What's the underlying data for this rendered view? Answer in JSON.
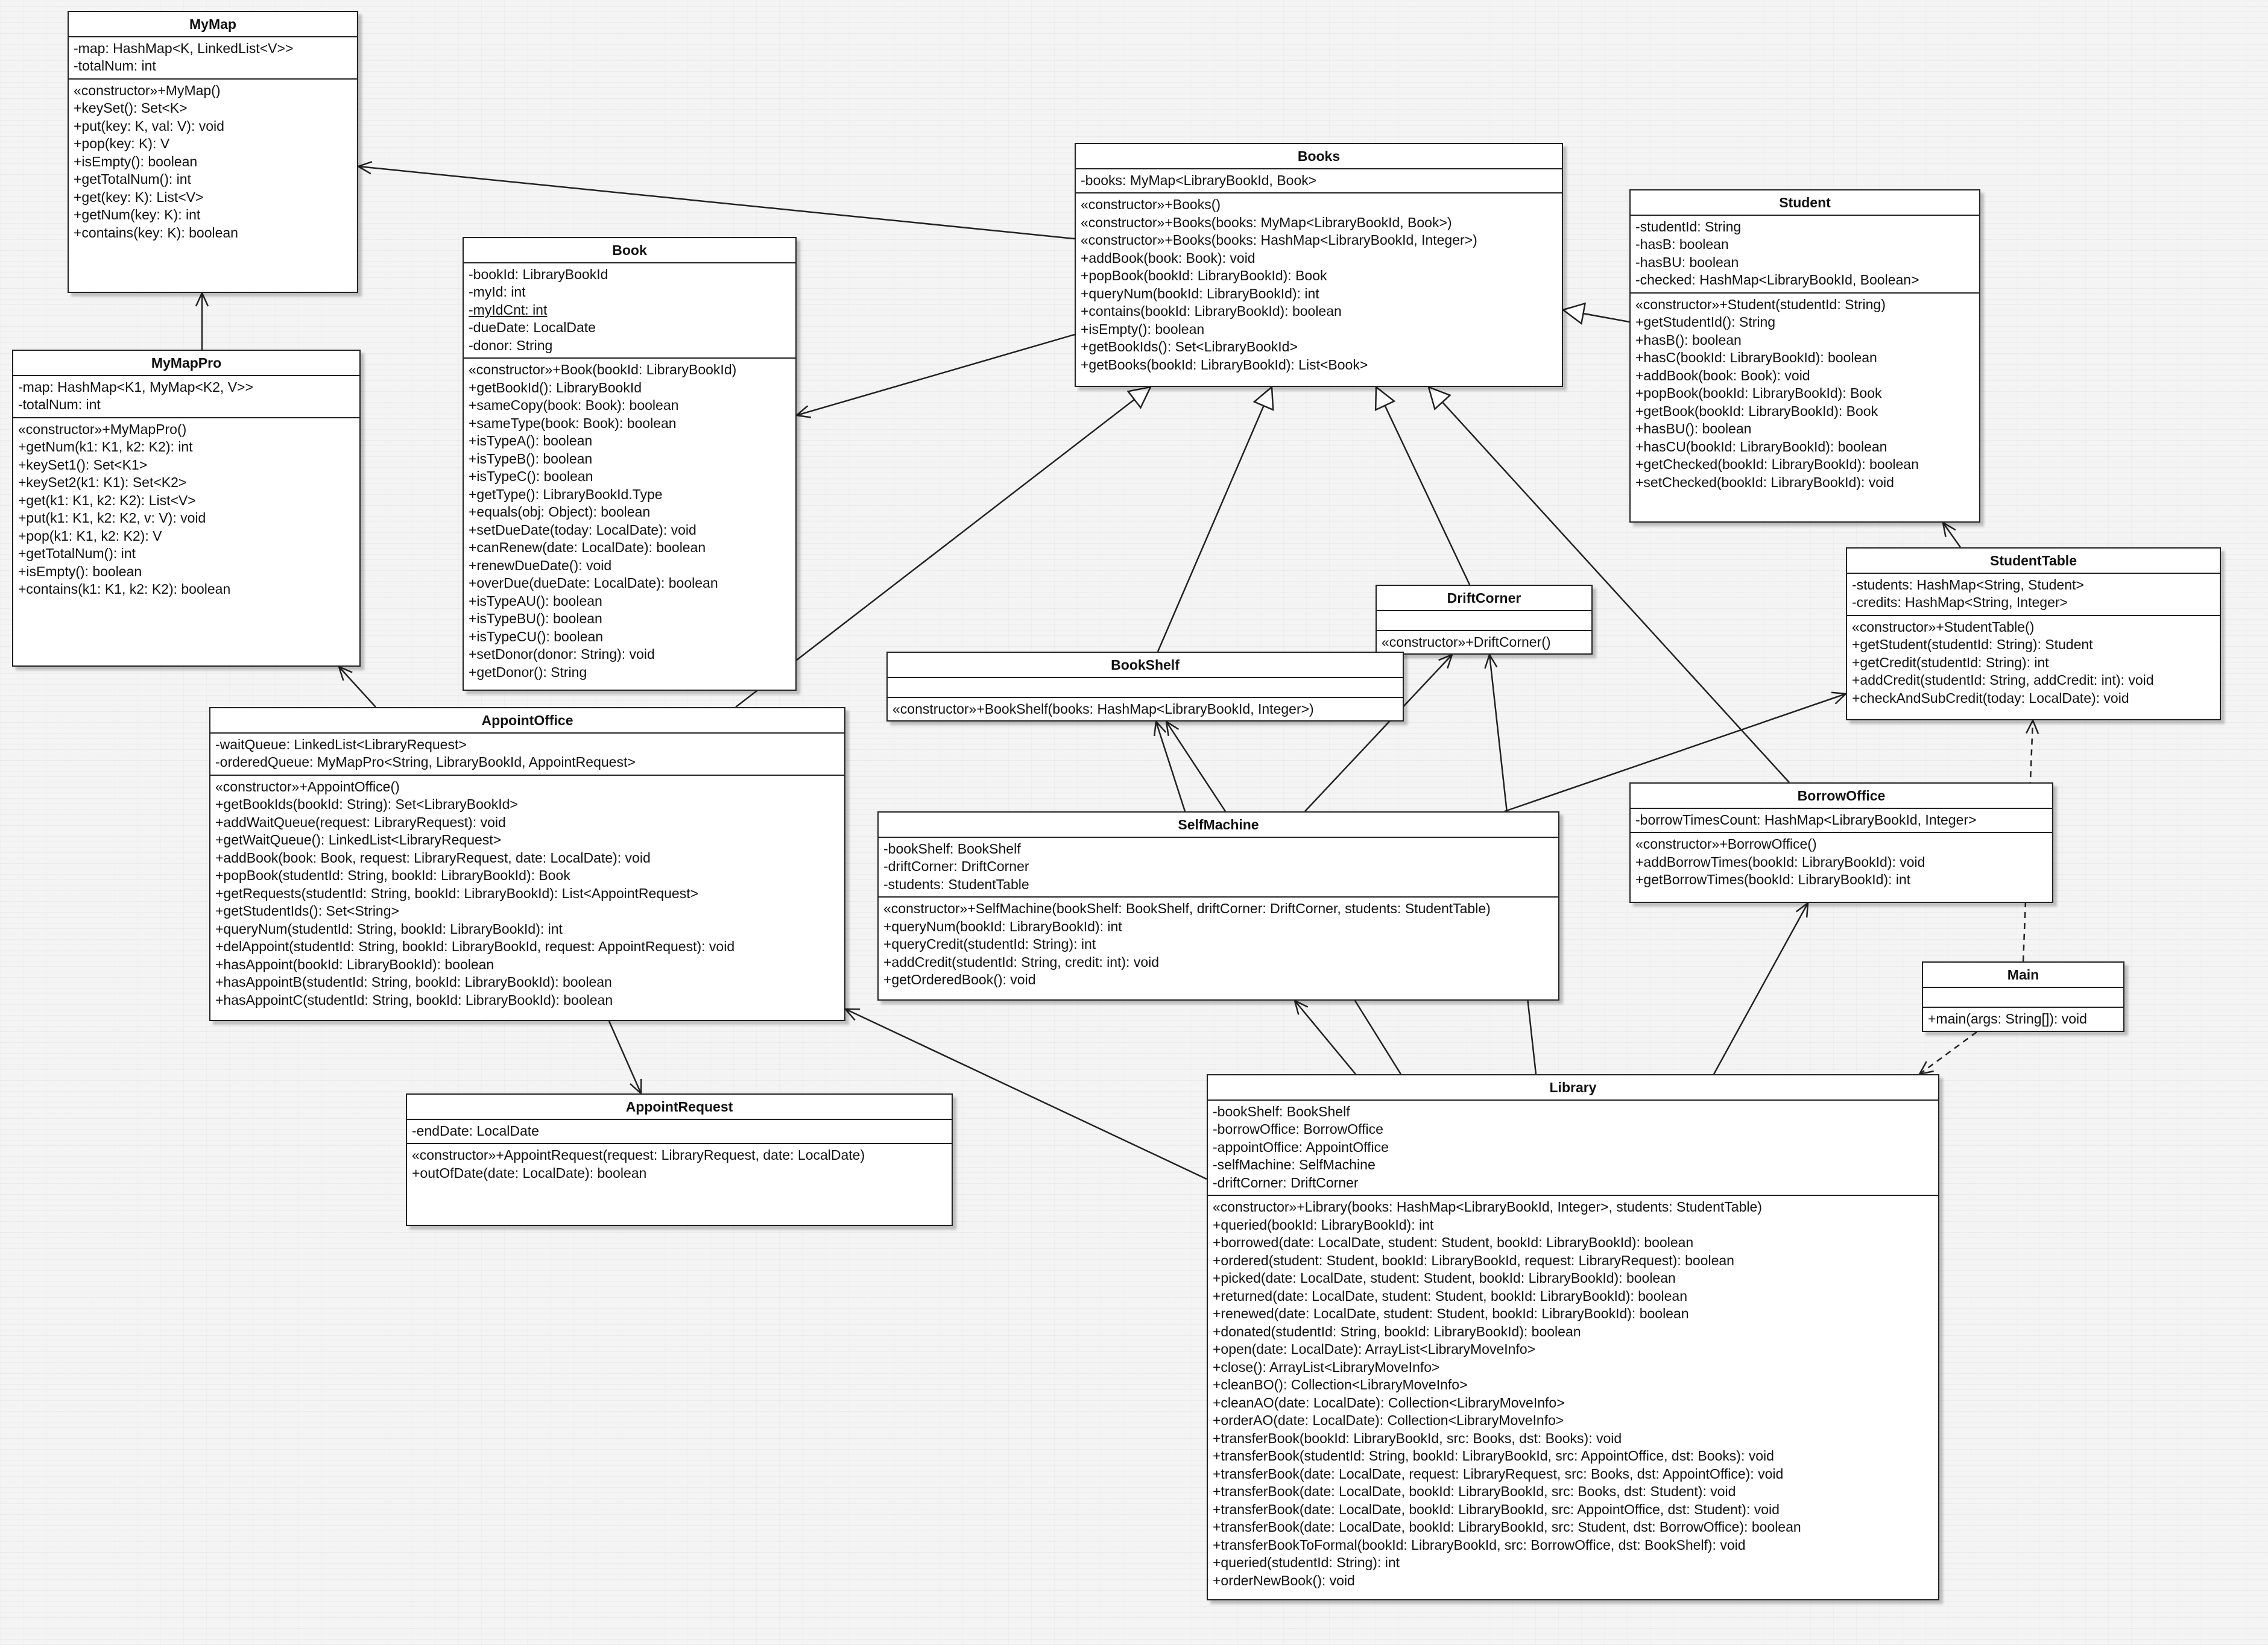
{
  "classes": {
    "mymap": {
      "name": "MyMap",
      "attributes": [
        "-map: HashMap<K, LinkedList<V>>",
        "-totalNum: int"
      ],
      "methods": [
        "«constructor»+MyMap()",
        "+keySet(): Set<K>",
        "+put(key: K, val: V): void",
        "+pop(key: K): V",
        "+isEmpty(): boolean",
        "+getTotalNum(): int",
        "+get(key: K): List<V>",
        "+getNum(key: K): int",
        "+contains(key: K): boolean"
      ]
    },
    "mymappro": {
      "name": "MyMapPro",
      "attributes": [
        "-map: HashMap<K1, MyMap<K2, V>>",
        "-totalNum: int"
      ],
      "methods": [
        "«constructor»+MyMapPro()",
        "+getNum(k1: K1, k2: K2): int",
        "+keySet1(): Set<K1>",
        "+keySet2(k1: K1): Set<K2>",
        "+get(k1: K1, k2: K2): List<V>",
        "+put(k1: K1, k2: K2, v: V): void",
        "+pop(k1: K1, k2: K2): V",
        "+getTotalNum(): int",
        "+isEmpty(): boolean",
        "+contains(k1: K1, k2: K2): boolean"
      ]
    },
    "book": {
      "name": "Book",
      "attributes": [
        "-bookId: LibraryBookId",
        "-myId: int",
        "-myIdCnt: int",
        "-dueDate: LocalDate",
        "-donor: String"
      ],
      "methods": [
        "«constructor»+Book(bookId: LibraryBookId)",
        "+getBookId(): LibraryBookId",
        "+sameCopy(book: Book): boolean",
        "+sameType(book: Book): boolean",
        "+isTypeA(): boolean",
        "+isTypeB(): boolean",
        "+isTypeC(): boolean",
        "+getType(): LibraryBookId.Type",
        "+equals(obj: Object): boolean",
        "+setDueDate(today: LocalDate): void",
        "+canRenew(date: LocalDate): boolean",
        "+renewDueDate(): void",
        "+overDue(dueDate: LocalDate): boolean",
        "+isTypeAU(): boolean",
        "+isTypeBU(): boolean",
        "+isTypeCU(): boolean",
        "+setDonor(donor: String): void",
        "+getDonor(): String"
      ]
    },
    "books": {
      "name": "Books",
      "attributes": [
        "-books: MyMap<LibraryBookId, Book>"
      ],
      "methods": [
        "«constructor»+Books()",
        "«constructor»+Books(books: MyMap<LibraryBookId, Book>)",
        "«constructor»+Books(books: HashMap<LibraryBookId, Integer>)",
        "+addBook(book: Book): void",
        "+popBook(bookId: LibraryBookId): Book",
        "+queryNum(bookId: LibraryBookId): int",
        "+contains(bookId: LibraryBookId): boolean",
        "+isEmpty(): boolean",
        "+getBookIds(): Set<LibraryBookId>",
        "+getBooks(bookId: LibraryBookId): List<Book>"
      ]
    },
    "student": {
      "name": "Student",
      "attributes": [
        "-studentId: String",
        "-hasB: boolean",
        "-hasBU: boolean",
        "-checked: HashMap<LibraryBookId, Boolean>"
      ],
      "methods": [
        "«constructor»+Student(studentId: String)",
        "+getStudentId(): String",
        "+hasB(): boolean",
        "+hasC(bookId: LibraryBookId): boolean",
        "+addBook(book: Book): void",
        "+popBook(bookId: LibraryBookId): Book",
        "+getBook(bookId: LibraryBookId): Book",
        "+hasBU(): boolean",
        "+hasCU(bookId: LibraryBookId): boolean",
        "+getChecked(bookId: LibraryBookId): boolean",
        "+setChecked(bookId: LibraryBookId): void"
      ]
    },
    "studenttable": {
      "name": "StudentTable",
      "attributes": [
        "-students: HashMap<String, Student>",
        "-credits: HashMap<String, Integer>"
      ],
      "methods": [
        "«constructor»+StudentTable()",
        "+getStudent(studentId: String): Student",
        "+getCredit(studentId: String): int",
        "+addCredit(studentId: String, addCredit: int): void",
        "+checkAndSubCredit(today: LocalDate): void"
      ]
    },
    "driftcorner": {
      "name": "DriftCorner",
      "attributes": [],
      "methods": [
        "«constructor»+DriftCorner()"
      ]
    },
    "bookshelf": {
      "name": "BookShelf",
      "attributes": [],
      "methods": [
        "«constructor»+BookShelf(books: HashMap<LibraryBookId, Integer>)"
      ]
    },
    "appointoffice": {
      "name": "AppointOffice",
      "attributes": [
        "-waitQueue: LinkedList<LibraryRequest>",
        "-orderedQueue: MyMapPro<String, LibraryBookId, AppointRequest>"
      ],
      "methods": [
        "«constructor»+AppointOffice()",
        "+getBookIds(bookId: String): Set<LibraryBookId>",
        "+addWaitQueue(request: LibraryRequest): void",
        "+getWaitQueue(): LinkedList<LibraryRequest>",
        "+addBook(book: Book, request: LibraryRequest, date: LocalDate): void",
        "+popBook(studentId: String, bookId: LibraryBookId): Book",
        "+getRequests(studentId: String, bookId: LibraryBookId): List<AppointRequest>",
        "+getStudentIds(): Set<String>",
        "+queryNum(studentId: String, bookId: LibraryBookId): int",
        "+delAppoint(studentId: String, bookId: LibraryBookId, request: AppointRequest): void",
        "+hasAppoint(bookId: LibraryBookId): boolean",
        "+hasAppointB(studentId: String, bookId: LibraryBookId): boolean",
        "+hasAppointC(studentId: String, bookId: LibraryBookId): boolean"
      ]
    },
    "selfmachine": {
      "name": "SelfMachine",
      "attributes": [
        "-bookShelf: BookShelf",
        "-driftCorner: DriftCorner",
        "-students: StudentTable"
      ],
      "methods": [
        "«constructor»+SelfMachine(bookShelf: BookShelf, driftCorner: DriftCorner, students: StudentTable)",
        "+queryNum(bookId: LibraryBookId): int",
        "+queryCredit(studentId: String): int",
        "+addCredit(studentId: String, credit: int): void",
        "+getOrderedBook(): void"
      ]
    },
    "borrowoffice": {
      "name": "BorrowOffice",
      "attributes": [
        "-borrowTimesCount: HashMap<LibraryBookId, Integer>"
      ],
      "methods": [
        "«constructor»+BorrowOffice()",
        "+addBorrowTimes(bookId: LibraryBookId): void",
        "+getBorrowTimes(bookId: LibraryBookId): int"
      ]
    },
    "main": {
      "name": "Main",
      "attributes": [],
      "methods": [
        "+main(args: String[]): void"
      ]
    },
    "appointrequest": {
      "name": "AppointRequest",
      "attributes": [
        "-endDate: LocalDate"
      ],
      "methods": [
        "«constructor»+AppointRequest(request: LibraryRequest, date: LocalDate)",
        "+outOfDate(date: LocalDate): boolean"
      ]
    },
    "library": {
      "name": "Library",
      "attributes": [
        "-bookShelf: BookShelf",
        "-borrowOffice: BorrowOffice",
        "-appointOffice: AppointOffice",
        "-selfMachine: SelfMachine",
        "-driftCorner: DriftCorner"
      ],
      "methods": [
        "«constructor»+Library(books: HashMap<LibraryBookId, Integer>, students: StudentTable)",
        "+queried(bookId: LibraryBookId): int",
        "+borrowed(date: LocalDate, student: Student, bookId: LibraryBookId): boolean",
        "+ordered(student: Student, bookId: LibraryBookId, request: LibraryRequest): boolean",
        "+picked(date: LocalDate, student: Student, bookId: LibraryBookId): boolean",
        "+returned(date: LocalDate, student: Student, bookId: LibraryBookId): boolean",
        "+renewed(date: LocalDate, student: Student, bookId: LibraryBookId): boolean",
        "+donated(studentId: String, bookId: LibraryBookId): boolean",
        "+open(date: LocalDate): ArrayList<LibraryMoveInfo>",
        "+close(): ArrayList<LibraryMoveInfo>",
        "+cleanBO(): Collection<LibraryMoveInfo>",
        "+cleanAO(date: LocalDate): Collection<LibraryMoveInfo>",
        "+orderAO(date: LocalDate): Collection<LibraryMoveInfo>",
        "+transferBook(bookId: LibraryBookId, src: Books, dst: Books): void",
        "+transferBook(studentId: String, bookId: LibraryBookId, src: AppointOffice, dst: Books): void",
        "+transferBook(date: LocalDate, request: LibraryRequest, src: Books, dst: AppointOffice): void",
        "+transferBook(date: LocalDate, bookId: LibraryBookId, src: Books, dst: Student): void",
        "+transferBook(date: LocalDate, bookId: LibraryBookId, src: AppointOffice, dst: Student): void",
        "+transferBook(date: LocalDate, bookId: LibraryBookId, src: Student, dst: BorrowOffice): boolean",
        "+transferBookToFormal(bookId: LibraryBookId, src: BorrowOffice, dst: BookShelf): void",
        "+queried(studentId: String): int",
        "+orderNewBook(): void"
      ]
    }
  },
  "static_members": [
    "-myIdCnt: int"
  ],
  "relations": [
    {
      "type": "association",
      "from": "books",
      "to": "mymap"
    },
    {
      "type": "association",
      "from": "mymappro",
      "to": "mymap"
    },
    {
      "type": "association",
      "from": "books",
      "to": "book"
    },
    {
      "type": "association",
      "from": "appointoffice",
      "to": "mymappro"
    },
    {
      "type": "generalization",
      "from": "student",
      "to": "books"
    },
    {
      "type": "generalization",
      "from": "appointoffice",
      "to": "books"
    },
    {
      "type": "generalization",
      "from": "bookshelf",
      "to": "books"
    },
    {
      "type": "generalization",
      "from": "driftcorner",
      "to": "books"
    },
    {
      "type": "generalization",
      "from": "borrowoffice",
      "to": "books"
    },
    {
      "type": "association",
      "from": "studenttable",
      "to": "student"
    },
    {
      "type": "association",
      "from": "selfmachine",
      "to": "bookshelf"
    },
    {
      "type": "association",
      "from": "selfmachine",
      "to": "driftcorner"
    },
    {
      "type": "association",
      "from": "selfmachine",
      "to": "studenttable"
    },
    {
      "type": "association",
      "from": "library",
      "to": "bookshelf"
    },
    {
      "type": "association",
      "from": "library",
      "to": "driftcorner"
    },
    {
      "type": "association",
      "from": "library",
      "to": "selfmachine"
    },
    {
      "type": "association",
      "from": "library",
      "to": "appointoffice"
    },
    {
      "type": "association",
      "from": "library",
      "to": "borrowoffice"
    },
    {
      "type": "association",
      "from": "appointoffice",
      "to": "appointrequest"
    },
    {
      "type": "dependency",
      "from": "main",
      "to": "studenttable"
    },
    {
      "type": "dependency",
      "from": "main",
      "to": "library"
    }
  ]
}
